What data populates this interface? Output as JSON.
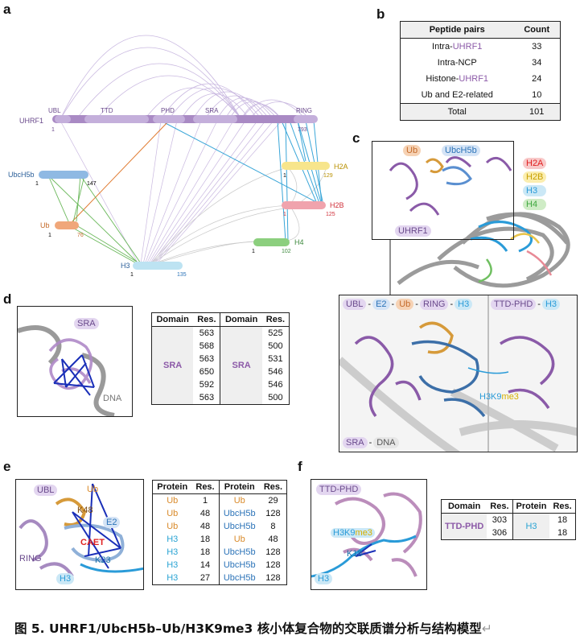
{
  "panel_labels": {
    "a": "a",
    "b": "b",
    "c": "c",
    "d": "d",
    "e": "e",
    "f": "f"
  },
  "panel_a": {
    "uhrf1": {
      "name": "UHRF1",
      "start": "1",
      "end": "793",
      "domains": [
        "UBL",
        "TTD",
        "PHD",
        "SRA",
        "RING"
      ]
    },
    "ubch5b": {
      "name": "UbcH5b",
      "start": "1",
      "end": "147"
    },
    "ub": {
      "name": "Ub",
      "start": "1",
      "end": "76"
    },
    "h3": {
      "name": "H3",
      "start": "1",
      "end": "135"
    },
    "h2a": {
      "name": "H2A",
      "start": "1",
      "end": "129"
    },
    "h2b": {
      "name": "H2B",
      "start": "1",
      "end": "125"
    },
    "h4": {
      "name": "H4",
      "start": "1",
      "end": "102"
    },
    "colors": {
      "uhrf1": "#a98ac4",
      "ubch5b": "#8fb9e3",
      "ub": "#f0a77a",
      "h3": "#bde3f2",
      "h2a": "#f7e58c",
      "h2b": "#f0a3ad",
      "h4": "#8ccf7e"
    }
  },
  "panel_b": {
    "headers": [
      "Peptide pairs",
      "Count"
    ],
    "rows": [
      {
        "label_pre": "Intra-",
        "label_hl": "UHRF1",
        "hl_color": "purple",
        "count": "33"
      },
      {
        "label_pre": "Intra-NCP",
        "label_hl": "",
        "hl_color": "",
        "count": "34"
      },
      {
        "label_pre": "Histone-",
        "label_hl": "UHRF1",
        "hl_color": "purple",
        "count": "24"
      },
      {
        "label_pre": "Ub and E2-related",
        "label_hl": "",
        "hl_color": "",
        "count": "10"
      }
    ],
    "total_label": "Total",
    "total": "101"
  },
  "panel_c": {
    "top_labels": {
      "ub": "Ub",
      "ubch5b": "UbcH5b",
      "uhrf1": "UHRF1"
    },
    "legend": [
      {
        "name": "H2A",
        "color": "#e02020",
        "bg": "#f8c9c9"
      },
      {
        "name": "H2B",
        "color": "#c8a000",
        "bg": "#fbeeb0"
      },
      {
        "name": "H3",
        "color": "#2a9bd8",
        "bg": "#cbe8f6"
      },
      {
        "name": "H4",
        "color": "#3fa73f",
        "bg": "#cfecc6"
      }
    ],
    "zoom_label_left": [
      "UBL",
      "E2",
      "Ub",
      "RING",
      "H3"
    ],
    "zoom_label_right": [
      "TTD-PHD",
      "H3"
    ],
    "zoom_h3k9": "H3K9",
    "zoom_me3": "me3",
    "zoom_bottom": [
      "SRA",
      "DNA"
    ]
  },
  "panel_d": {
    "labels": {
      "sra": "SRA",
      "dna": "DNA"
    },
    "headers": [
      "Domain",
      "Res.",
      "Domain",
      "Res."
    ],
    "domain_left": "SRA",
    "domain_right": "SRA",
    "rows": [
      [
        "563",
        "525"
      ],
      [
        "568",
        "500"
      ],
      [
        "563",
        "531"
      ],
      [
        "650",
        "546"
      ],
      [
        "592",
        "546"
      ],
      [
        "563",
        "500"
      ]
    ]
  },
  "panel_e": {
    "labels": {
      "ubl": "UBL",
      "ub": "Ub",
      "k48": "K48",
      "e2": "E2",
      "caet": "CAET",
      "ring": "RING",
      "k23": "K23",
      "h3": "H3"
    },
    "headers": [
      "Protein",
      "Res.",
      "Protein",
      "Res."
    ],
    "rows": [
      {
        "p1": "Ub",
        "c1": "orange",
        "r1": "1",
        "p2": "Ub",
        "c2": "orange",
        "r2": "29"
      },
      {
        "p1": "Ub",
        "c1": "orange",
        "r1": "48",
        "p2": "UbcH5b",
        "c2": "blue",
        "r2": "128"
      },
      {
        "p1": "Ub",
        "c1": "orange",
        "r1": "48",
        "p2": "UbcH5b",
        "c2": "blue",
        "r2": "8"
      },
      {
        "p1": "H3",
        "c1": "cyan",
        "r1": "18",
        "p2": "Ub",
        "c2": "orange",
        "r2": "48"
      },
      {
        "p1": "H3",
        "c1": "cyan",
        "r1": "18",
        "p2": "UbcH5b",
        "c2": "blue",
        "r2": "128"
      },
      {
        "p1": "H3",
        "c1": "cyan",
        "r1": "14",
        "p2": "UbcH5b",
        "c2": "blue",
        "r2": "128"
      },
      {
        "p1": "H3",
        "c1": "cyan",
        "r1": "27",
        "p2": "UbcH5b",
        "c2": "blue",
        "r2": "128"
      }
    ]
  },
  "panel_f": {
    "labels": {
      "ttdphd": "TTD-PHD",
      "h3k9": "H3K9",
      "me3": "me3",
      "k18": "K18",
      "h3": "H3"
    },
    "headers": [
      "Domain",
      "Res.",
      "Protein",
      "Res."
    ],
    "domain": "TTD-PHD",
    "protein": "H3",
    "rows": [
      [
        "303",
        "18"
      ],
      [
        "306",
        "18"
      ]
    ]
  },
  "caption": "图 5. UHRF1/UbcH5b–Ub/H3K9me3 核小体复合物的交联质谱分析与结构模型",
  "caption_mark": "↵"
}
